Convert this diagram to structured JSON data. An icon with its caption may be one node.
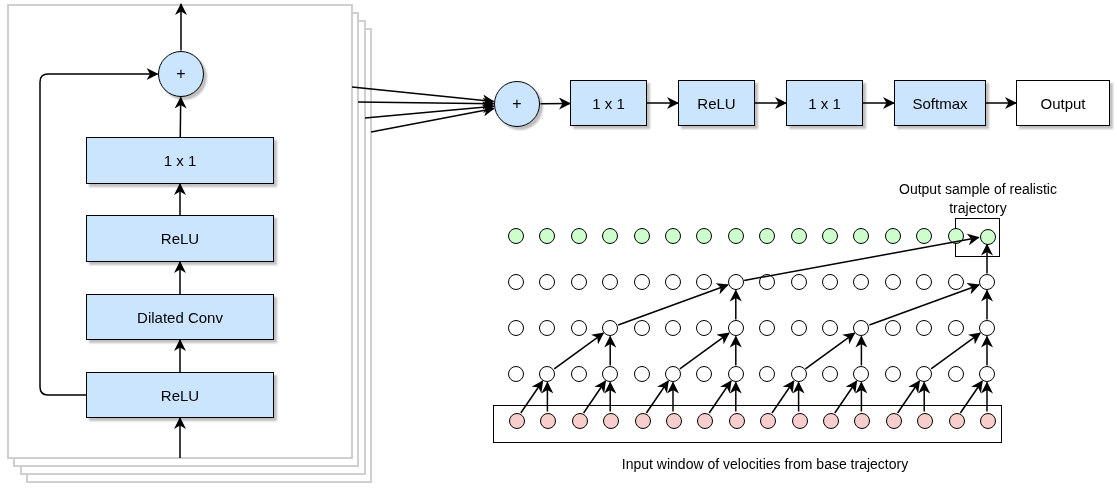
{
  "diagram": {
    "nodes": [
      {
        "text": [],
        "shape": "box"
      },
      {
        "text": [
          "+"
        ],
        "in": 0
      },
      {
        "text": [
          "1 x 1"
        ],
        "in": 0
      },
      {
        "text": [
          "ReLU"
        ],
        "in": 0
      },
      {
        "text": [
          "Dilated Conv"
        ],
        "in": 0
      },
      {
        "text": [
          "ReLU"
        ],
        "in": 0
      },
      {
        "text": [
          "+"
        ]
      },
      {
        "text": [
          "1 x 1"
        ]
      },
      {
        "text": [
          "ReLU"
        ]
      },
      {
        "text": [
          "1 x 1"
        ]
      },
      {
        "text": [
          "Softmax"
        ]
      },
      {
        "text": [
          "Output"
        ]
      },
      {
        "text": [],
        "shape": "box"
      },
      {
        "text": [],
        "shape": "circle"
      },
      {
        "text": [],
        "shape": "circle"
      },
      {
        "text": [],
        "shape": "circle"
      },
      {
        "text": [],
        "shape": "circle"
      },
      {
        "text": [],
        "shape": "circle"
      },
      {
        "text": [],
        "shape": "circle"
      },
      {
        "text": [],
        "shape": "circle"
      },
      {
        "text": [],
        "shape": "circle"
      },
      {
        "text": [],
        "shape": "circle"
      },
      {
        "text": [],
        "shape": "circle"
      },
      {
        "text": [],
        "shape": "circle"
      },
      {
        "text": [],
        "shape": "circle"
      },
      {
        "text": [],
        "shape": "circle"
      },
      {
        "text": [],
        "shape": "circle"
      },
      {
        "text": [],
        "shape": "circle"
      },
      {
        "text": [],
        "shape": "circle",
        "in": 12
      },
      {
        "text": [],
        "shape": "circle"
      },
      {
        "text": [],
        "shape": "circle"
      },
      {
        "text": [],
        "shape": "circle"
      },
      {
        "text": [],
        "shape": "circle"
      },
      {
        "text": [],
        "shape": "circle"
      },
      {
        "text": [],
        "shape": "circle"
      },
      {
        "text": [],
        "shape": "circle"
      },
      {
        "text": [],
        "shape": "circle"
      },
      {
        "text": [],
        "shape": "circle"
      },
      {
        "text": [],
        "shape": "circle"
      },
      {
        "text": [],
        "shape": "circle"
      },
      {
        "text": [],
        "shape": "circle"
      },
      {
        "text": [],
        "shape": "circle"
      },
      {
        "text": [],
        "shape": "circle"
      },
      {
        "text": [],
        "shape": "circle"
      },
      {
        "text": [],
        "shape": "circle"
      },
      {
        "text": [],
        "shape": "circle"
      },
      {
        "text": [],
        "shape": "circle"
      },
      {
        "text": [],
        "shape": "circle"
      },
      {
        "text": [],
        "shape": "circle"
      },
      {
        "text": [],
        "shape": "circle"
      },
      {
        "text": [],
        "shape": "circle"
      },
      {
        "text": [],
        "shape": "circle"
      },
      {
        "text": [],
        "shape": "circle"
      },
      {
        "text": [],
        "shape": "circle"
      },
      {
        "text": [],
        "shape": "circle"
      },
      {
        "text": [],
        "shape": "circle"
      },
      {
        "text": [],
        "shape": "circle"
      },
      {
        "text": [],
        "shape": "circle"
      },
      {
        "text": [],
        "shape": "circle"
      },
      {
        "text": [],
        "shape": "circle"
      },
      {
        "text": [],
        "shape": "circle"
      },
      {
        "text": [],
        "shape": "circle"
      },
      {
        "text": [],
        "shape": "circle"
      },
      {
        "text": [],
        "shape": "circle"
      },
      {
        "text": [],
        "shape": "circle"
      },
      {
        "text": [],
        "shape": "circle"
      },
      {
        "text": [],
        "shape": "circle"
      },
      {
        "text": [],
        "shape": "circle"
      },
      {
        "text": [],
        "shape": "circle"
      },
      {
        "text": [],
        "shape": "circle"
      },
      {
        "text": [],
        "shape": "circle"
      },
      {
        "text": [],
        "shape": "circle"
      },
      {
        "text": [],
        "shape": "circle"
      },
      {
        "text": [],
        "shape": "circle"
      },
      {
        "text": [],
        "shape": "circle"
      },
      {
        "text": [],
        "shape": "circle"
      },
      {
        "text": [],
        "shape": "circle"
      },
      {
        "text": [],
        "shape": "box"
      },
      {
        "text": [],
        "shape": "circle",
        "in": 77
      },
      {
        "text": [],
        "shape": "circle",
        "in": 77
      },
      {
        "text": [],
        "shape": "circle",
        "in": 77
      },
      {
        "text": [],
        "shape": "circle",
        "in": 77
      },
      {
        "text": [],
        "shape": "circle",
        "in": 77
      },
      {
        "text": [],
        "shape": "circle",
        "in": 77
      },
      {
        "text": [],
        "shape": "circle",
        "in": 77
      },
      {
        "text": [],
        "shape": "circle",
        "in": 77
      },
      {
        "text": [],
        "shape": "circle",
        "in": 77
      },
      {
        "text": [],
        "shape": "circle",
        "in": 77
      },
      {
        "text": [],
        "shape": "circle",
        "in": 77
      },
      {
        "text": [],
        "shape": "circle",
        "in": 77
      },
      {
        "text": [],
        "shape": "circle",
        "in": 77
      },
      {
        "text": [],
        "shape": "circle",
        "in": 77
      },
      {
        "text": [],
        "shape": "circle",
        "in": 77
      },
      {
        "text": [],
        "shape": "circle",
        "in": 77
      }
    ],
    "edges": [
      {
        "from": 0,
        "to": 5,
        "arrow": "to"
      },
      {
        "from": 5,
        "to": 4,
        "arrow": "to"
      },
      {
        "from": 4,
        "to": 3,
        "arrow": "to"
      },
      {
        "from": 3,
        "to": 2,
        "arrow": "to"
      },
      {
        "from": 2,
        "to": 1,
        "arrow": "to"
      },
      {
        "from": 5,
        "to": 1,
        "arrow": "to"
      },
      {
        "from": 1,
        "to": 0,
        "arrow": "to"
      },
      {
        "from": 0,
        "to": 6,
        "arrow": "to"
      },
      {
        "from": 0,
        "to": 6,
        "arrow": "to"
      },
      {
        "from": 0,
        "to": 6,
        "arrow": "to"
      },
      {
        "from": 0,
        "to": 6,
        "arrow": "to"
      },
      {
        "from": 6,
        "to": 7,
        "arrow": "to"
      },
      {
        "from": 7,
        "to": 8,
        "arrow": "to"
      },
      {
        "from": 8,
        "to": 9,
        "arrow": "to"
      },
      {
        "from": 9,
        "to": 10,
        "arrow": "to"
      },
      {
        "from": 10,
        "to": 11,
        "arrow": "to"
      },
      {
        "from": 78,
        "to": 62,
        "arrow": "to"
      },
      {
        "from": 79,
        "to": 62,
        "arrow": "to"
      },
      {
        "from": 80,
        "to": 64,
        "arrow": "to"
      },
      {
        "from": 81,
        "to": 64,
        "arrow": "to"
      },
      {
        "from": 82,
        "to": 66,
        "arrow": "to"
      },
      {
        "from": 83,
        "to": 66,
        "arrow": "to"
      },
      {
        "from": 84,
        "to": 68,
        "arrow": "to"
      },
      {
        "from": 85,
        "to": 68,
        "arrow": "to"
      },
      {
        "from": 86,
        "to": 70,
        "arrow": "to"
      },
      {
        "from": 87,
        "to": 70,
        "arrow": "to"
      },
      {
        "from": 88,
        "to": 72,
        "arrow": "to"
      },
      {
        "from": 89,
        "to": 72,
        "arrow": "to"
      },
      {
        "from": 90,
        "to": 74,
        "arrow": "to"
      },
      {
        "from": 91,
        "to": 74,
        "arrow": "to"
      },
      {
        "from": 92,
        "to": 76,
        "arrow": "to"
      },
      {
        "from": 93,
        "to": 76,
        "arrow": "to"
      },
      {
        "from": 62,
        "to": 48,
        "arrow": "to"
      },
      {
        "from": 64,
        "to": 48,
        "arrow": "to"
      },
      {
        "from": 66,
        "to": 52,
        "arrow": "to"
      },
      {
        "from": 68,
        "to": 52,
        "arrow": "to"
      },
      {
        "from": 70,
        "to": 56,
        "arrow": "to"
      },
      {
        "from": 72,
        "to": 56,
        "arrow": "to"
      },
      {
        "from": 74,
        "to": 60,
        "arrow": "to"
      },
      {
        "from": 76,
        "to": 60,
        "arrow": "to"
      },
      {
        "from": 48,
        "to": 36,
        "arrow": "to"
      },
      {
        "from": 52,
        "to": 36,
        "arrow": "to"
      },
      {
        "from": 56,
        "to": 44,
        "arrow": "to"
      },
      {
        "from": 60,
        "to": 44,
        "arrow": "to"
      },
      {
        "from": 36,
        "to": 28,
        "arrow": "to"
      },
      {
        "from": 44,
        "to": 28,
        "arrow": "to"
      }
    ],
    "labels": [
      "Output sample of realistic trajectory",
      "Input window of velocities from base trajectory"
    ]
  }
}
